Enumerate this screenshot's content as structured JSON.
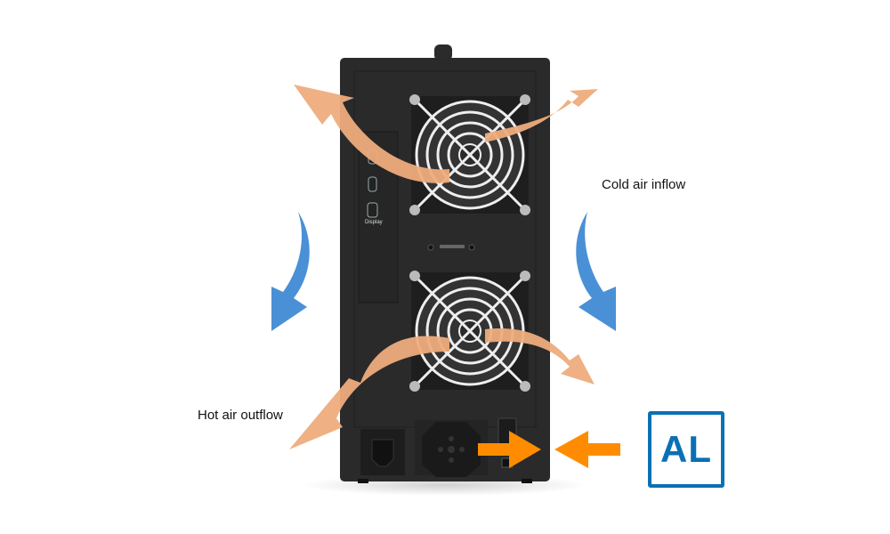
{
  "labels": {
    "cold_air": "Cold air inflow",
    "hot_air": "Hot air outflow",
    "badge": "AL",
    "port_display": "Display"
  },
  "colors": {
    "enclosure": "#2a2a2b",
    "hot_arrow": "#eeac7c",
    "cold_arrow": "#4a90d6",
    "orange_arrow": "#ff8c00",
    "badge": "#0a70b4"
  }
}
